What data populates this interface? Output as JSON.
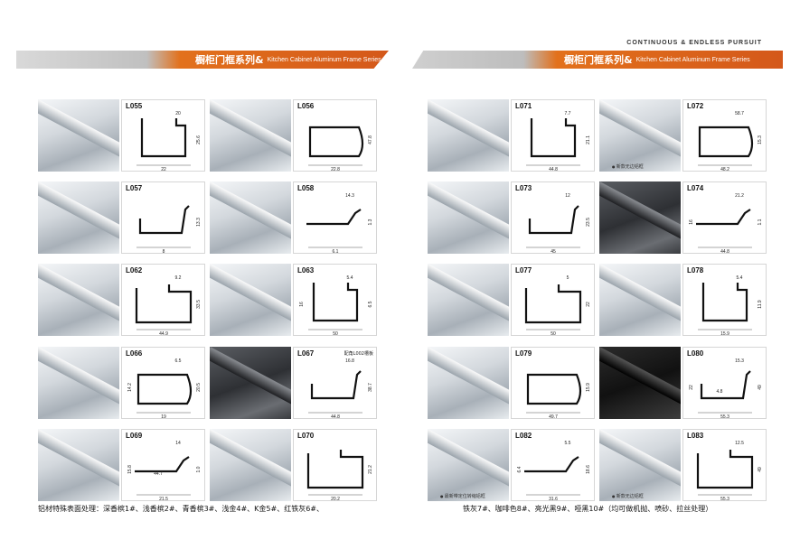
{
  "header": {
    "tagline": "CONTINUOUS & ENDLESS PURSUIT",
    "banner_cn": "橱柜门框系列&",
    "banner_en": "Kitchen Cabinet Aluminum Frame Series"
  },
  "left_products": [
    {
      "code": "L055",
      "dims": [
        "20",
        "25.6",
        "22"
      ],
      "finish": "silver"
    },
    {
      "code": "L056",
      "dims": [
        "47.8",
        "22.8"
      ],
      "finish": "silver"
    },
    {
      "code": "L057",
      "dims": [
        "13.3",
        "8"
      ],
      "finish": "silver"
    },
    {
      "code": "L058",
      "dims": [
        "14.3",
        "1.3",
        "6.1"
      ],
      "finish": "silver"
    },
    {
      "code": "L062",
      "dims": [
        "9.2",
        "33.5",
        "44.9"
      ],
      "finish": "silver"
    },
    {
      "code": "L063",
      "dims": [
        "16",
        "5.4",
        "6.5",
        "50"
      ],
      "finish": "silver"
    },
    {
      "code": "L066",
      "dims": [
        "14.2",
        "6.5",
        "20.5",
        "19"
      ],
      "finish": "silver"
    },
    {
      "code": "L067",
      "dims": [
        "16.8",
        "38.7",
        "44.8"
      ],
      "label": "配角L002槽板",
      "finish": "dark"
    },
    {
      "code": "L069",
      "dims": [
        "44.7",
        "15.8",
        "14",
        "1.0",
        "21.5"
      ],
      "finish": "silver"
    },
    {
      "code": "L070",
      "dims": [
        "21.2",
        "20.2"
      ],
      "finish": "silver"
    }
  ],
  "right_products": [
    {
      "code": "L071",
      "dims": [
        "7.7",
        "21.1",
        "44.8"
      ],
      "finish": "silver"
    },
    {
      "code": "L072",
      "dims": [
        "58.7",
        "15.3",
        "48.2"
      ],
      "note": "新款无边铝框",
      "finish": "silver"
    },
    {
      "code": "L073",
      "dims": [
        "12",
        "23.5",
        "45"
      ],
      "finish": "silver"
    },
    {
      "code": "L074",
      "dims": [
        "16",
        "21.2",
        "1.1",
        "44.8"
      ],
      "finish": "dark"
    },
    {
      "code": "L077",
      "dims": [
        "5",
        "22",
        "50"
      ],
      "finish": "silver"
    },
    {
      "code": "L078",
      "dims": [
        "5.4",
        "11.9",
        "15.9"
      ],
      "finish": "silver"
    },
    {
      "code": "L079",
      "dims": [
        "15.9",
        "49.7"
      ],
      "finish": "silver"
    },
    {
      "code": "L080",
      "dims": [
        "4.8",
        "22",
        "15.3",
        "49",
        "55.3"
      ],
      "finish": "black"
    },
    {
      "code": "L082",
      "dims": [
        "6.4",
        "5.5",
        "18.6",
        "31.6"
      ],
      "note": "最新带定位转缩铝框",
      "finish": "silver"
    },
    {
      "code": "L083",
      "dims": [
        "12.5",
        "49",
        "55.3"
      ],
      "note": "新款无边铝框",
      "finish": "silver"
    }
  ],
  "footer_left": "铝材特殊表面处理：深香槟1#、浅香槟2#、青香槟3#、浅金4#、K金5#、红铁灰6#、",
  "footer_right": "铁灰7#、咖啡色8#、亮光黑9#、哑黑10#（均可做机抛、喷砂、拉丝处理）"
}
